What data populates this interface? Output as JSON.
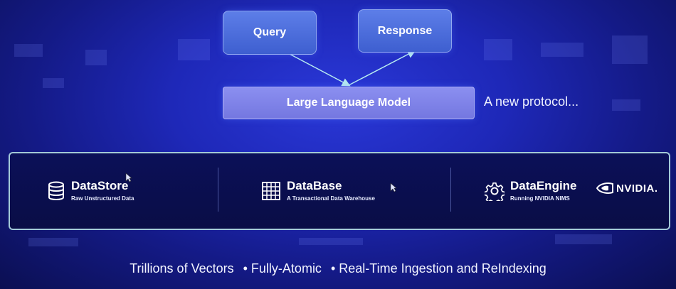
{
  "diagram": {
    "query_label": "Query",
    "response_label": "Response",
    "llm_label": "Large Language Model",
    "protocol_text": "A new protocol..."
  },
  "products": [
    {
      "name": "DataStore",
      "subtitle": "Raw Unstructured Data",
      "icon": "database-icon"
    },
    {
      "name": "DataBase",
      "subtitle": "A Transactional Data Warehouse",
      "icon": "grid-table-icon"
    },
    {
      "name": "DataEngine",
      "subtitle": "Running NVIDIA NIMS",
      "icon": "gear-icon"
    }
  ],
  "brand": {
    "logo_text": "NVIDIA.",
    "icon": "nvidia-eye-icon"
  },
  "footer": {
    "item1": "Trillions of Vectors",
    "item2": "• Fully-Atomic",
    "item3": "• Real-Time Ingestion and ReIndexing"
  },
  "colors": {
    "background": "#1e28b8",
    "box": "#4d6ee0",
    "llm_box": "#7f83ea",
    "platform_border": "#bee9ef"
  }
}
